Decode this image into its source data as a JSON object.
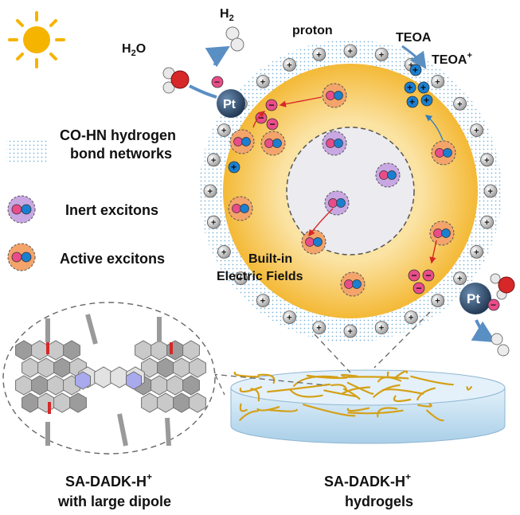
{
  "labels": {
    "h2": "H",
    "h2_sub": "2",
    "proton": "proton",
    "teoa": "TEOA",
    "teoa_plus": "TEOA",
    "teoa_plus_sup": "+",
    "h2o": "H",
    "h2o_sub": "2",
    "h2o_o": "O",
    "pt": "Pt",
    "legend_network_line1": "CO-HN hydrogen",
    "legend_network_line2": "bond networks",
    "legend_inert": "Inert excitons",
    "legend_active": "Active excitons",
    "field_line1": "Built-in",
    "field_line2": "Electric Fields",
    "molecule_title": "SA-DADK-H",
    "molecule_title_sup": "+",
    "molecule_sub": "with large dipole",
    "hydrogel_title": "SA-DADK-H",
    "hydrogel_title_sup": "+",
    "hydrogel_sub": "hydrogels",
    "minus": "−",
    "plus": "+"
  },
  "colors": {
    "sun": "#f5b400",
    "sphere_outer": "#f6c24a",
    "sphere_inner": "#e9e9ee",
    "network": "#7fb4d8",
    "electron": "#ea4c89",
    "hole": "#1a7fd0",
    "inert": "#b58ad8",
    "active": "#f4a46a",
    "pt": "#2d4a6a",
    "oxygen": "#d62828",
    "fiber": "#d4a017",
    "dish": "#cfe6f5"
  }
}
